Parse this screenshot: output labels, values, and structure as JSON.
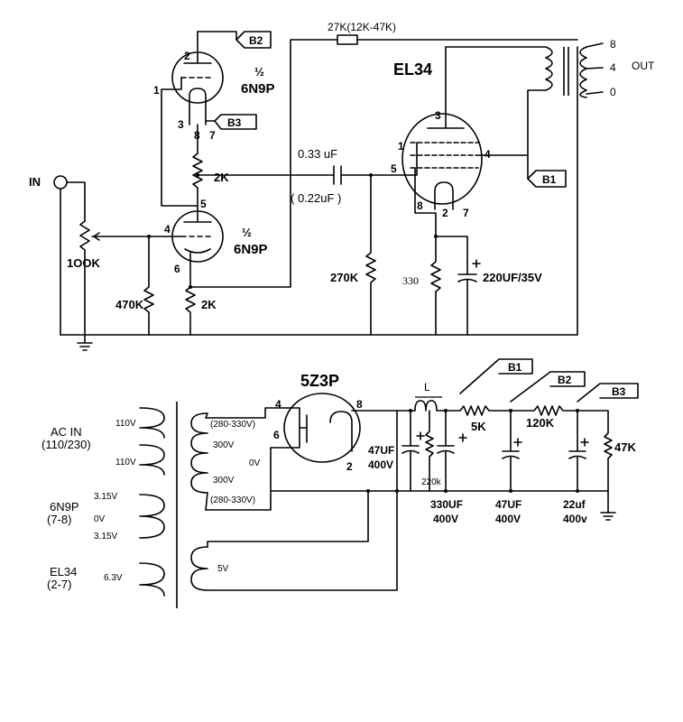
{
  "top": {
    "feedback_resistor": "27K(12K-47K)",
    "tube1": {
      "half": "½",
      "name": "6N9P",
      "pin_1": "1",
      "pin_2": "2",
      "pin_3": "3",
      "pin_7": "7",
      "pin_8": "8"
    },
    "tube2": {
      "half": "½",
      "name": "6N9P",
      "pin_4": "4",
      "pin_5": "5",
      "pin_6": "6"
    },
    "power_tube": {
      "name": "EL34",
      "pin_1": "1",
      "pin_2": "2",
      "pin_3": "3",
      "pin_4": "4",
      "pin_5": "5",
      "pin_7": "7",
      "pin_8": "8"
    },
    "tags": {
      "b1": "B1",
      "b2": "B2",
      "b3": "B3"
    },
    "coupling_cap": "0.33 uF",
    "coupling_cap_alt": "( 0.22uF )",
    "input_label": "IN",
    "volume_pot": "1OOK",
    "r_grid": "470K",
    "r_cathode": "2K",
    "r_plate": "2K",
    "r_el34_grid": "270K",
    "r_el34_cathode": "330",
    "c_el34_cathode": "220UF/35V",
    "output": {
      "label": "OUT",
      "tap_8": "8",
      "tap_4": "4",
      "tap_0": "0"
    }
  },
  "bottom": {
    "rectifier": {
      "name": "5Z3P",
      "pin_2": "2",
      "pin_4": "4",
      "pin_6": "6",
      "pin_8": "8"
    },
    "primary": {
      "ac_in": "AC IN",
      "ac_range": "(110/230)",
      "v1": "110V",
      "v2": "110V"
    },
    "heater_6n9p": {
      "label": "6N9P",
      "pins": "(7-8)",
      "v_top": "3.15V",
      "v_mid": "0V",
      "v_bot": "3.15V"
    },
    "heater_el34": {
      "label": "EL34",
      "pins": "(2-7)",
      "v": "6.3V"
    },
    "secondary": {
      "r1": "(280-330V)",
      "v1": "300V",
      "v0": "0V",
      "v2": "300V",
      "r2": "(280-330V)",
      "v5": "5V"
    },
    "choke": "L",
    "tags": {
      "b1": "B1",
      "b2": "B2",
      "b3": "B3"
    },
    "c_first": {
      "value": "47UF",
      "volts": "400V"
    },
    "r_bleed": "220k",
    "c_second": {
      "value": "330UF",
      "volts": "400V"
    },
    "r_b2": "5K",
    "c_third": {
      "value": "47UF",
      "volts": "400V"
    },
    "r_b3": "120K",
    "c_fourth": {
      "value": "22uf",
      "volts": "400v"
    },
    "r_load": "47K"
  }
}
